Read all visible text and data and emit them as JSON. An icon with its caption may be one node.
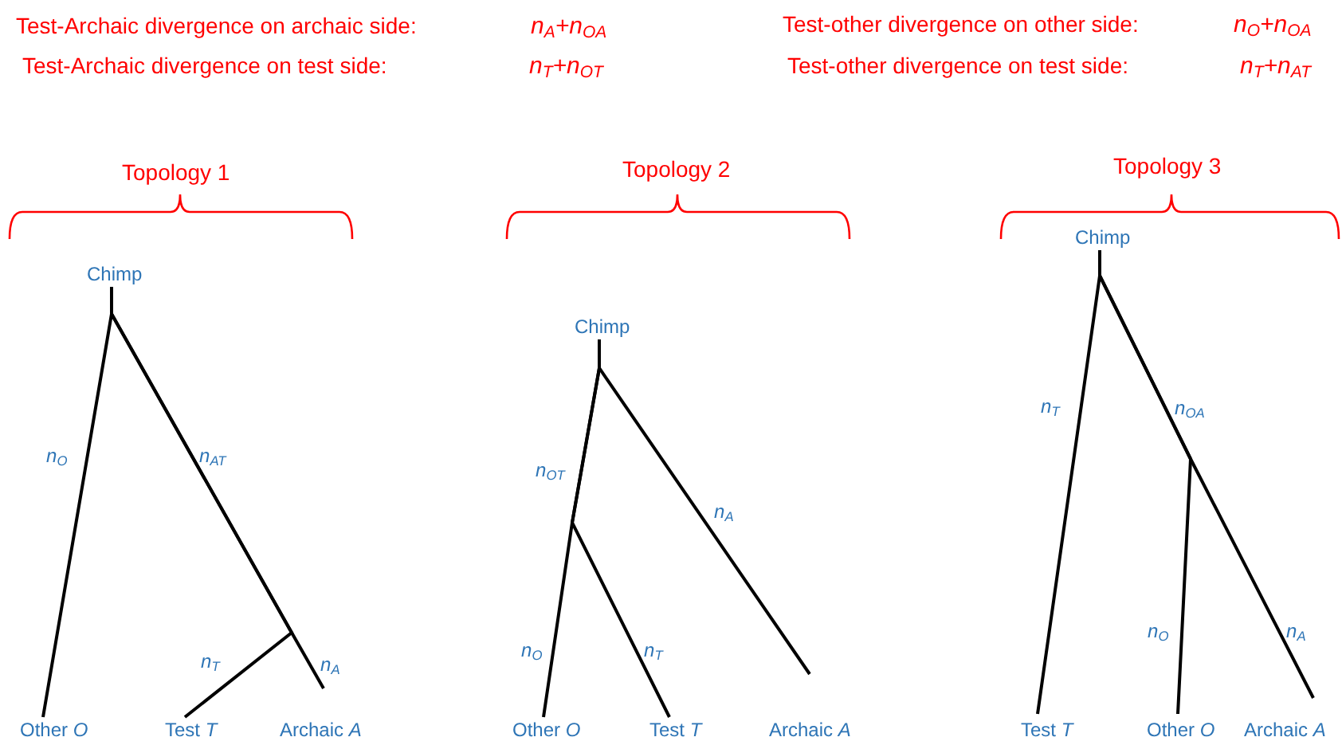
{
  "diagram": {
    "nodes": [
      {
        "text": [
          "Chimp"
        ]
      },
      {
        "text": [
          "Other *O*"
        ]
      },
      {
        "text": [
          "Test *T*"
        ]
      },
      {
        "text": [
          "Archaic *A*"
        ]
      },
      {
        "text": [
          "Chimp"
        ]
      },
      {
        "text": [
          "Other *O*"
        ]
      },
      {
        "text": [
          "Test *T*"
        ]
      },
      {
        "text": [
          "Archaic *A*"
        ]
      },
      {
        "text": [
          "Chimp"
        ]
      },
      {
        "text": [
          "Test *T*"
        ]
      },
      {
        "text": [
          "Other *O*"
        ]
      },
      {
        "text": [
          "Archaic *A*"
        ]
      }
    ],
    "edges": [
      {
        "from": 0,
        "to": 1,
        "arrow": "none",
        "label": "n$_{O}$"
      },
      {
        "from": 0,
        "to": 2,
        "arrow": "none",
        "label": "n$_{T}$"
      },
      {
        "from": 0,
        "to": 3,
        "arrow": "none",
        "label": "n$_{A}$"
      },
      {
        "from": 4,
        "to": 5,
        "arrow": "none",
        "label": "n$_{O}$"
      },
      {
        "from": 4,
        "to": 6,
        "arrow": "none",
        "label": "n$_{T}$"
      },
      {
        "from": 4,
        "to": 7,
        "arrow": "none",
        "label": "n$_{A}$"
      },
      {
        "from": 8,
        "to": 9,
        "arrow": "none",
        "label": "n$_{T}$"
      },
      {
        "from": 8,
        "to": 10,
        "arrow": "none",
        "label": "n$_{O}$"
      },
      {
        "from": 8,
        "to": 11,
        "arrow": "none",
        "label": "n$_{A}$"
      }
    ],
    "labels": [
      "Test-Archaic divergence on archaic side:",
      "n$_{A}$+n$_{OA}$",
      "Test-other divergence on other side:",
      "n$_{O}$+n$_{OA}$",
      "Test-Archaic divergence on test side:",
      "n$_{T}$+n$_{OT}$",
      "Test-other divergence on test side:",
      "n$_{T}$+n$_{AT}$",
      "Topology 1",
      "Topology 2",
      "Topology 3",
      "n$_{AT}$",
      "n$_{OT}$",
      "n$_{OA}$"
    ]
  }
}
